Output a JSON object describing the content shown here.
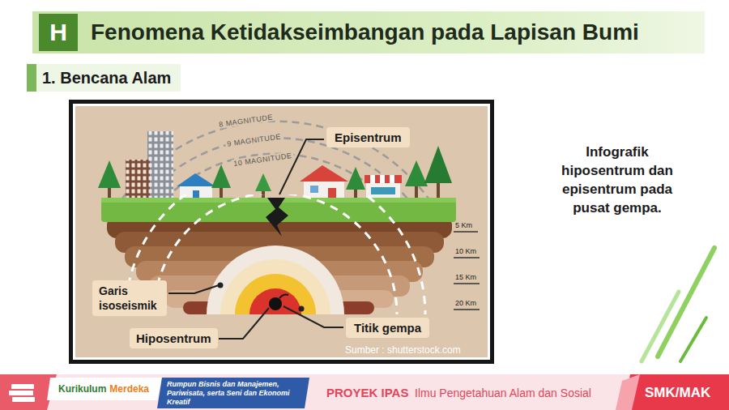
{
  "diagram": {
    "title": "Fenomena Ketidakseimbangan pada Lapisan Bumi",
    "caption": "Infografik hiposentrum dan episentrum pada pusat gempa.",
    "nodes": [
      {
        "text": [
          "H"
        ]
      },
      {
        "text": [
          "1. Bencana Alam"
        ]
      },
      {
        "text": [
          "Episentrum"
        ]
      },
      {
        "text": [
          "Garis isoseismik"
        ]
      },
      {
        "text": [
          "Hiposentrum"
        ]
      },
      {
        "text": [
          "Titik gempa"
        ]
      },
      {
        "text": [
          "Kurikulum",
          "Merdeka"
        ]
      },
      {
        "text": [
          "SMK/MAK"
        ]
      }
    ],
    "labels": [
      "8 MAGNITUDE",
      "9 MAGNITUDE",
      "10 MAGNITUDE",
      "5 Km",
      "10 Km",
      "15 Km",
      "20 Km",
      "Sumber : shutterstock.com",
      "Rumpun Bisnis dan Manajemen, Pariwisata, serta Seni dan Ekonomi Kreatif",
      "PROYEK IPAS",
      "Ilmu Pengetahuan Alam dan Sosial"
    ]
  }
}
